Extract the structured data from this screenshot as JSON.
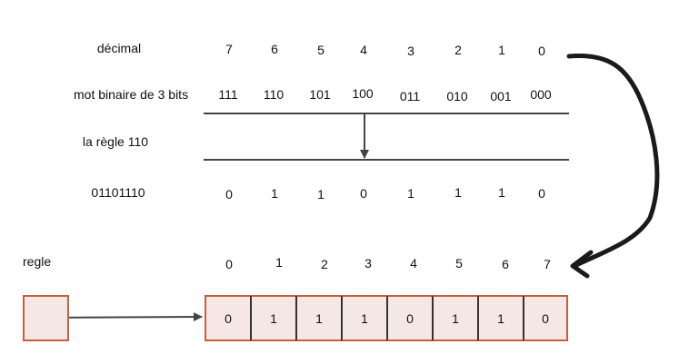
{
  "labels": {
    "decimal": "décimal",
    "binary": "mot binaire de 3 bits",
    "rule": "la règle 110",
    "rule_bits": "01101110",
    "array": "regle"
  },
  "decimal_values": [
    "7",
    "6",
    "5",
    "4",
    "3",
    "2",
    "1",
    "0"
  ],
  "binary_words": [
    "111",
    "110",
    "101",
    "100",
    "011",
    "010",
    "001",
    "000"
  ],
  "rule_output_bits": [
    "0",
    "1",
    "1",
    "0",
    "1",
    "1",
    "1",
    "0"
  ],
  "array_indices": [
    "0",
    "1",
    "2",
    "3",
    "4",
    "5",
    "6",
    "7"
  ],
  "array_values": [
    "0",
    "1",
    "1",
    "1",
    "0",
    "1",
    "1",
    "0"
  ],
  "colors": {
    "cell_fill": "#f5e7e3",
    "cell_border": "#c4603f",
    "line": "#444444"
  }
}
